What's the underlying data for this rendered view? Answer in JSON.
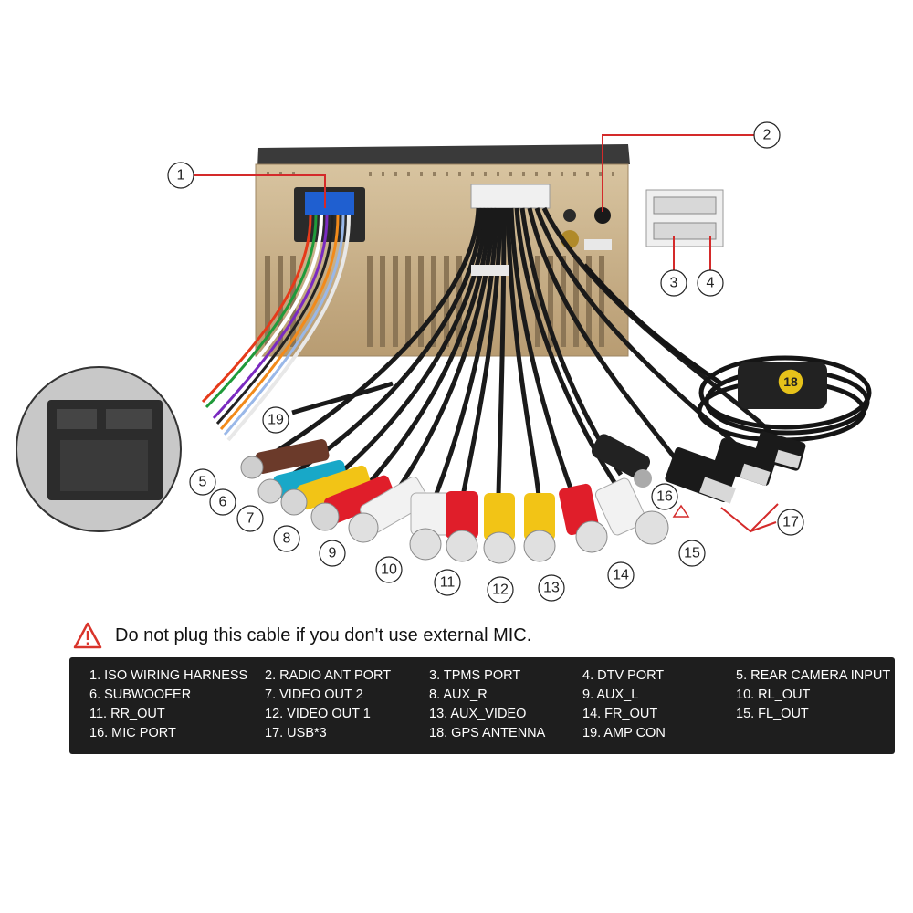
{
  "callouts": {
    "c1": "1",
    "c2": "2",
    "c3": "3",
    "c4": "4",
    "c5": "5",
    "c6": "6",
    "c7": "7",
    "c8": "8",
    "c9": "9",
    "c10": "10",
    "c11": "11",
    "c12": "12",
    "c13": "13",
    "c14": "14",
    "c15": "15",
    "c16": "16",
    "c17": "17",
    "c18": "18",
    "c19": "19"
  },
  "warning": {
    "text": "Do not plug this cable if you don't use external MIC.",
    "icon": "warning-triangle-icon",
    "color": "#d9342b"
  },
  "legend": {
    "items": [
      "1. ISO WIRING HARNESS",
      "2. RADIO ANT PORT",
      "3. TPMS PORT",
      "4. DTV PORT",
      "5. REAR CAMERA INPUT",
      "6. SUBWOOFER",
      "7. VIDEO OUT 2",
      "8. AUX_R",
      "9.  AUX_L",
      "10. RL_OUT",
      "11. RR_OUT",
      "12. VIDEO OUT 1",
      "13. AUX_VIDEO",
      "14. FR_OUT",
      "15. FL_OUT",
      "16. MIC PORT",
      "17. USB*3",
      "18. GPS ANTENNA",
      "19. AMP CON"
    ]
  },
  "colors": {
    "unit_body": "#c9b28e",
    "leader_line": "#d42a2a",
    "gps_badge": "#e6c21a",
    "legend_bg": "#1e1e1e",
    "rca_red": "#e01e2a",
    "rca_yellow": "#f2c416",
    "rca_white": "#f2f2f2",
    "rca_brown": "#6b3a2a",
    "rca_cyan": "#18a8c8"
  }
}
